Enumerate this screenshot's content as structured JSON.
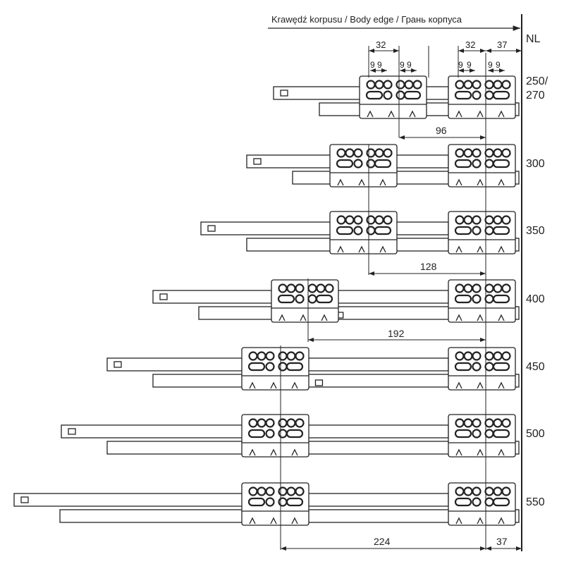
{
  "header": {
    "body_edge_label": "Krawędź korpusu / Body edge / Грань корпуса",
    "nl_label": "NL"
  },
  "rows": [
    {
      "label_lines": [
        "250/",
        "270"
      ]
    },
    {
      "label_lines": [
        "300"
      ]
    },
    {
      "label_lines": [
        "350"
      ]
    },
    {
      "label_lines": [
        "400"
      ]
    },
    {
      "label_lines": [
        "450"
      ]
    },
    {
      "label_lines": [
        "500"
      ]
    },
    {
      "label_lines": [
        "550"
      ]
    }
  ],
  "dimensions": {
    "top_front_spacing": "32",
    "top_rear_spacing": "32",
    "top_edge_offset": "37",
    "hole_pitch_labels": [
      "9",
      "9"
    ],
    "spacing_96": "96",
    "spacing_128": "128",
    "spacing_192": "192",
    "spacing_224": "224",
    "bottom_edge_offset": "37"
  },
  "colors": {
    "line": "#222222",
    "bracket_fill": "#ffffff"
  }
}
